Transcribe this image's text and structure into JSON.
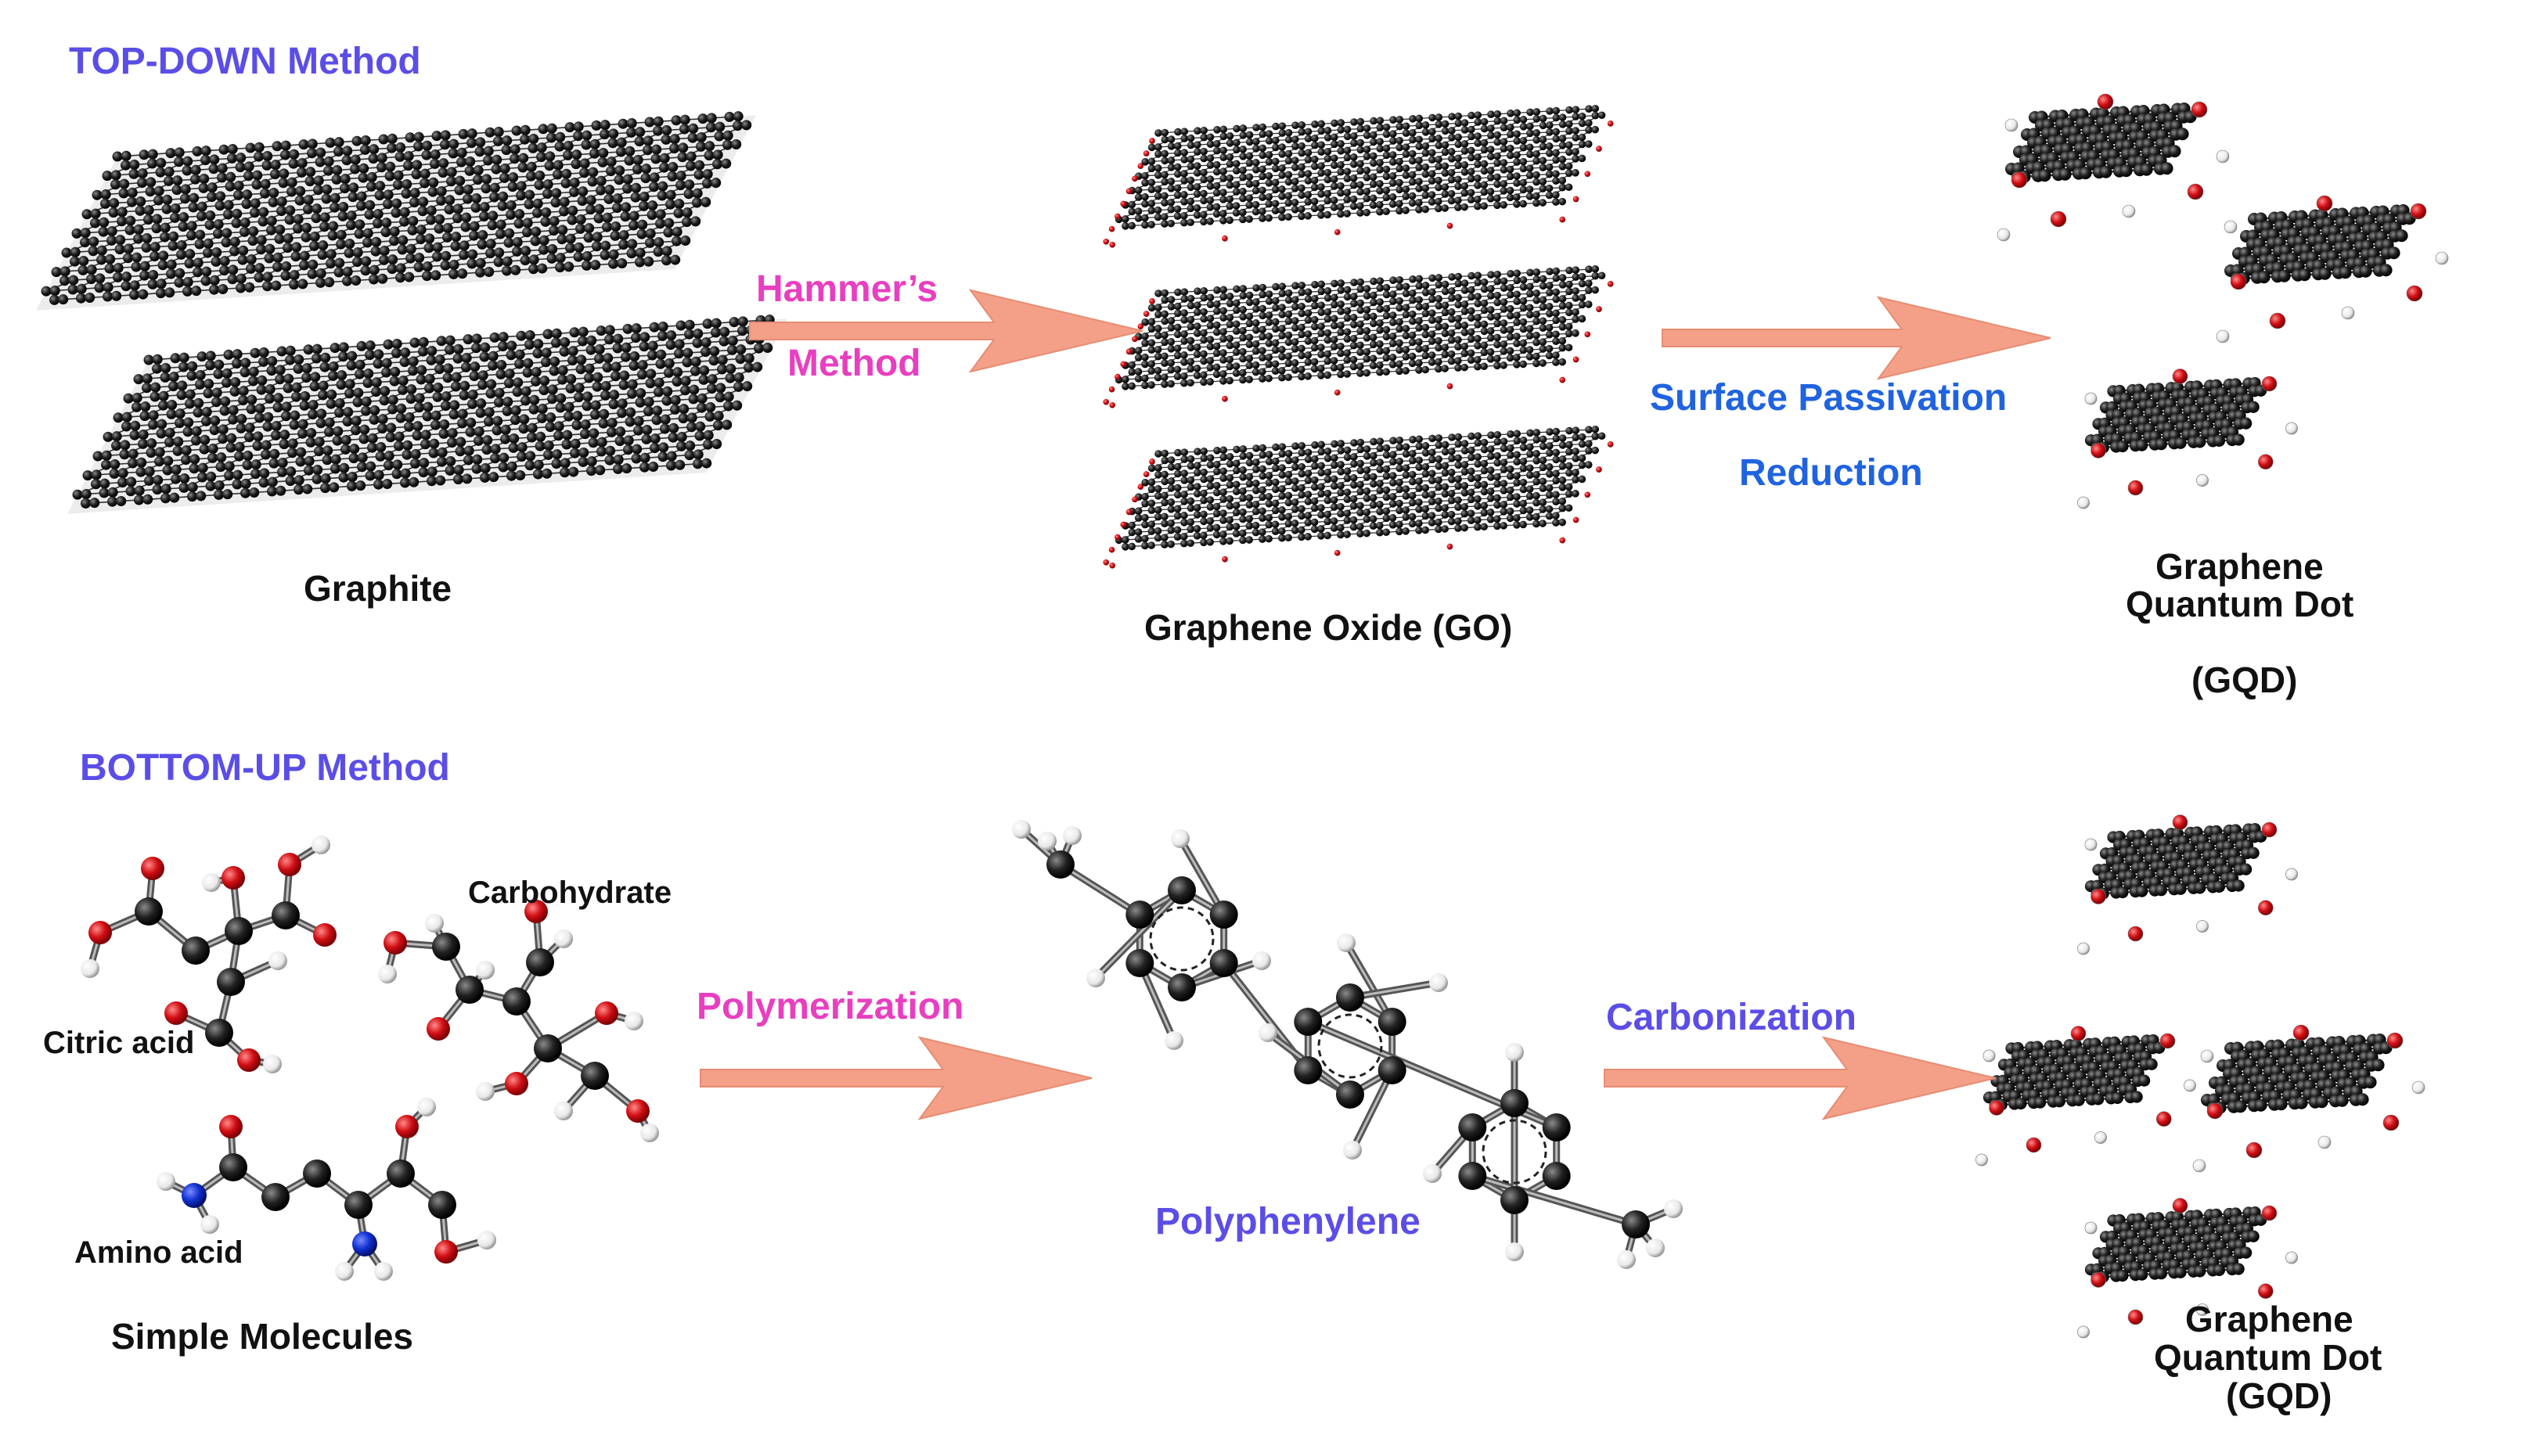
{
  "sections": {
    "top_down": "TOP-DOWN Method",
    "bottom_up": "BOTTOM-UP Method"
  },
  "top": {
    "graphite": "Graphite",
    "hammers_1": "Hammer’s",
    "hammers_2": "Method",
    "graphene_oxide": "Graphene Oxide (GO)",
    "surface_passivation": "Surface Passivation",
    "reduction": "Reduction",
    "gqd_line1": "Graphene",
    "gqd_line2": "Quantum Dot",
    "gqd_line3": "(GQD)"
  },
  "bottom": {
    "citric_acid": "Citric acid",
    "carbohydrate": "Carbohydrate",
    "amino_acid": "Amino acid",
    "simple_molecules": "Simple Molecules",
    "polymerization": "Polymerization",
    "polyphenylene": "Polyphenylene",
    "carbonization": "Carbonization",
    "gqd_line1": "Graphene",
    "gqd_line2": "Quantum Dot",
    "gqd_line3": "(GQD)"
  },
  "colors": {
    "section": "#5b4ee6",
    "hammers": "#e83fc0",
    "passivation": "#1f63e0",
    "arrow": "#f4a089",
    "carbon": "#1a1a1a",
    "oxygen": "#d10f14",
    "hydrogen": "#f2f2f2",
    "nitrogen": "#1030d0"
  },
  "icons": [
    "graphene-sheet-icon",
    "oxide-sheet-icon",
    "quantum-dot-icon",
    "molecule-icon",
    "reaction-arrow-icon"
  ]
}
